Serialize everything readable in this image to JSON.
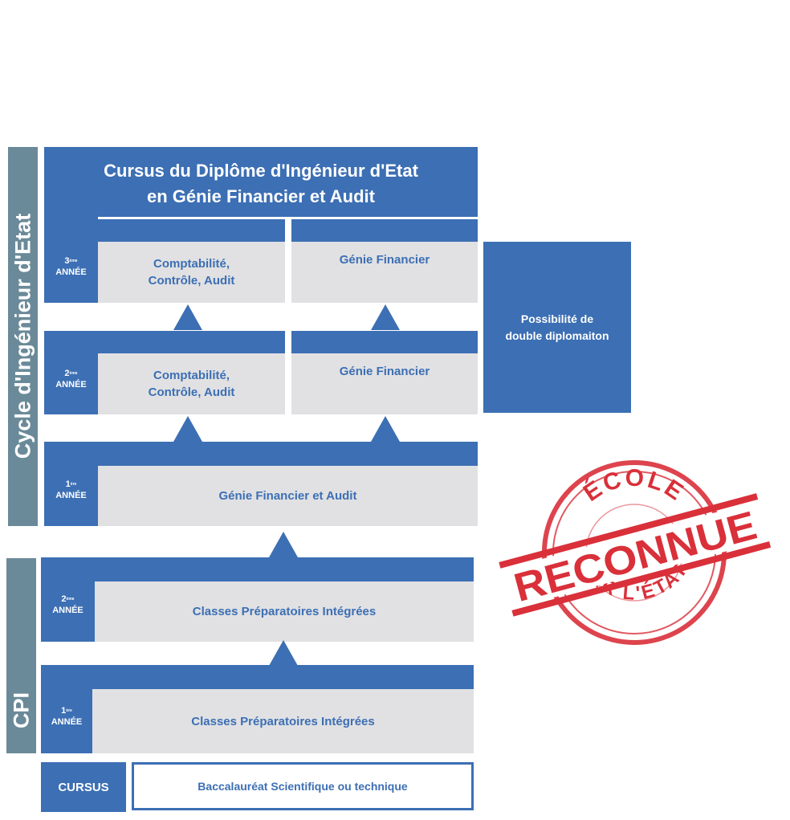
{
  "side_labels": {
    "cycle": "Cycle d'Ingénieur d'Etat",
    "cpi": "CPI"
  },
  "header": {
    "line1": "Cursus du Diplôme d'Ingénieur d'Etat",
    "line2": "en Génie Financier et Audit"
  },
  "years": {
    "y3": {
      "num": "3",
      "sup": "ème",
      "label": "ANNÉE"
    },
    "y2": {
      "num": "2",
      "sup": "ème",
      "label": "ANNÉE"
    },
    "y1": {
      "num": "1",
      "sup": "ère",
      "label": "ANNÉE"
    },
    "cpi2": {
      "num": "2",
      "sup": "ème",
      "label": "ANNÉE"
    },
    "cpi1": {
      "num": "1",
      "sup": "ère",
      "label": "ANNÉE"
    }
  },
  "boxes": {
    "y3_left_1": "Comptabilité,",
    "y3_left_2": "Contrôle, Audit",
    "y3_right": "Génie Financier",
    "y2_left_1": "Comptabilité,",
    "y2_left_2": "Contrôle, Audit",
    "y2_right": "Génie Financier",
    "y1": "Génie Financier et Audit",
    "cpi2": "Classes Préparatoires Intégrées",
    "cpi1": "Classes Préparatoires Intégrées"
  },
  "double": {
    "line1": "Possibilité de",
    "line2": "double diplomaiton"
  },
  "cursus": {
    "label": "CURSUS",
    "value": "Baccalauréat Scientifique ou technique"
  },
  "stamp": {
    "top": "ÉCOLE",
    "main": "RECONNUE",
    "bottom": "PAR L'ÉTAT",
    "color": "#d9303a"
  }
}
